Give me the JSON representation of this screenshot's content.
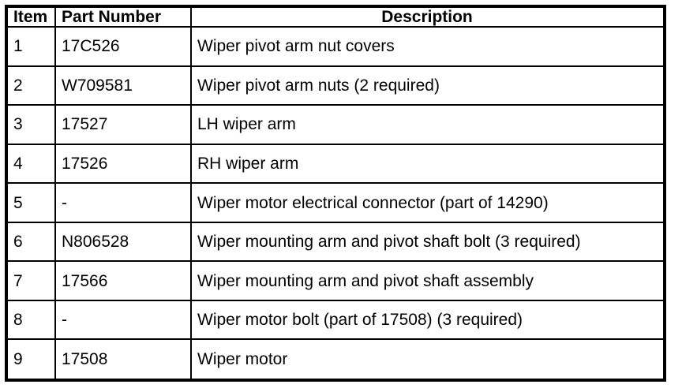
{
  "colors": {
    "border": "#000000",
    "background": "#ffffff",
    "text": "#000000"
  },
  "table": {
    "columns": [
      "Item",
      "Part Number",
      "Description"
    ],
    "rows": [
      {
        "item": "1",
        "part_number": "17C526",
        "description": "Wiper pivot arm nut covers"
      },
      {
        "item": "2",
        "part_number": "W709581",
        "description": "Wiper pivot arm nuts (2 required)"
      },
      {
        "item": "3",
        "part_number": "17527",
        "description": "LH wiper arm"
      },
      {
        "item": "4",
        "part_number": "17526",
        "description": "RH wiper arm"
      },
      {
        "item": "5",
        "part_number": "-",
        "description": "Wiper motor electrical connector (part of 14290)"
      },
      {
        "item": "6",
        "part_number": "N806528",
        "description": "Wiper mounting arm and pivot shaft bolt (3 required)"
      },
      {
        "item": "7",
        "part_number": "17566",
        "description": "Wiper mounting arm and pivot shaft assembly"
      },
      {
        "item": "8",
        "part_number": "-",
        "description": "Wiper motor bolt (part of 17508) (3 required)"
      },
      {
        "item": "9",
        "part_number": "17508",
        "description": "Wiper motor"
      }
    ]
  }
}
